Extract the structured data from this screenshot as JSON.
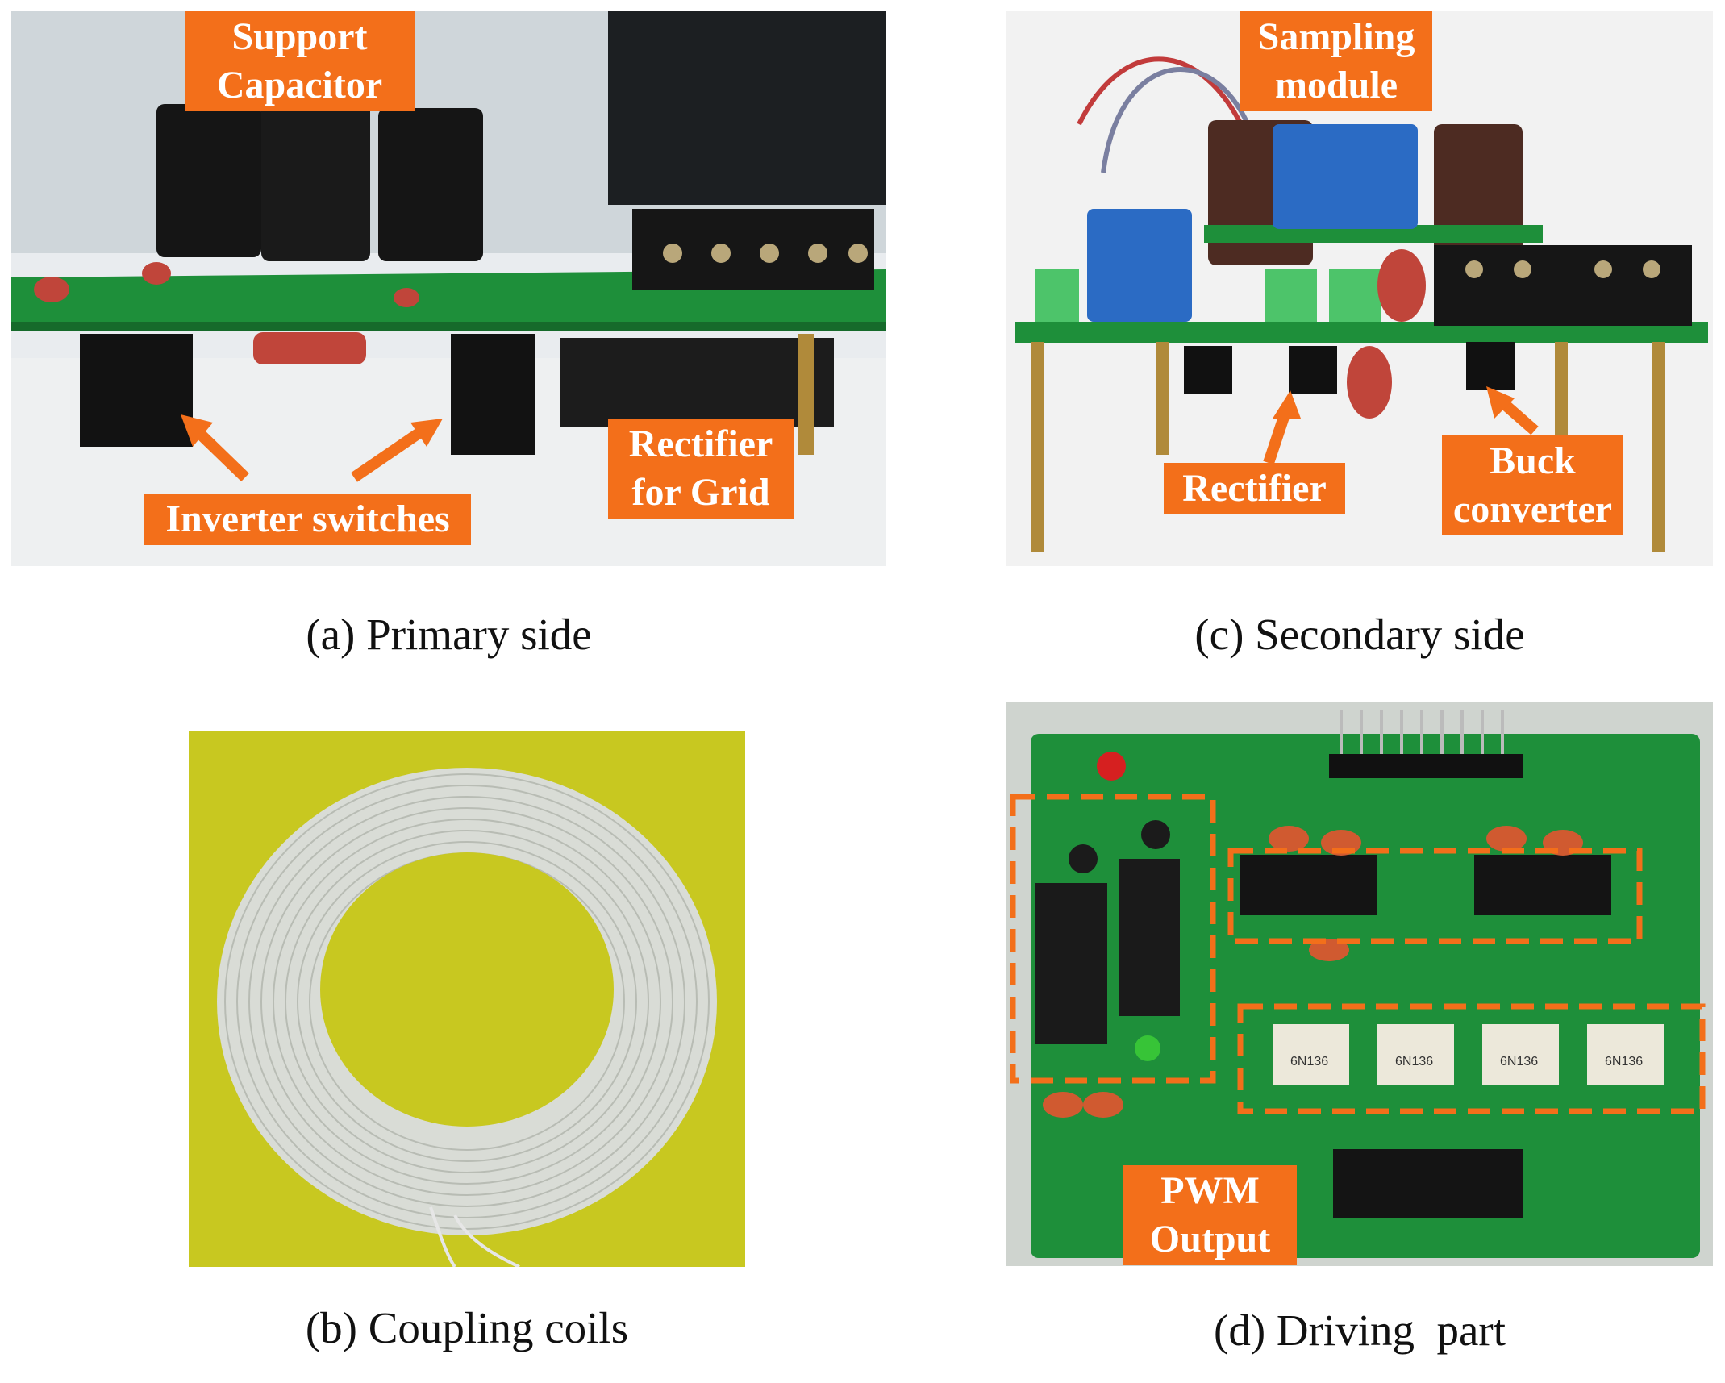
{
  "figure": {
    "panel_a": {
      "caption": "(a) Primary side",
      "labels": {
        "support_capacitor": "Support Capacitor",
        "inverter_switches": "Inverter switches",
        "rectifier_for_grid": "Rectifier for Grid"
      }
    },
    "panel_b": {
      "caption": "(b) Coupling coils"
    },
    "panel_c": {
      "caption": "(c) Secondary side",
      "labels": {
        "sampling_module": "Sampling module",
        "rectifier": "Rectifier",
        "buck_converter": "Buck converter"
      }
    },
    "panel_d": {
      "caption": "(d) Driving  part",
      "labels": {
        "pwm_output": "PWM Output"
      },
      "chip_markings": [
        "6N136",
        "6N136",
        "6N136",
        "6N136"
      ]
    }
  },
  "colors": {
    "label_bg": "#f36f1a",
    "pcb_green": "#1e8f3a",
    "background_yellow": "#c8c820",
    "dashed_box": "#f36f1a"
  }
}
